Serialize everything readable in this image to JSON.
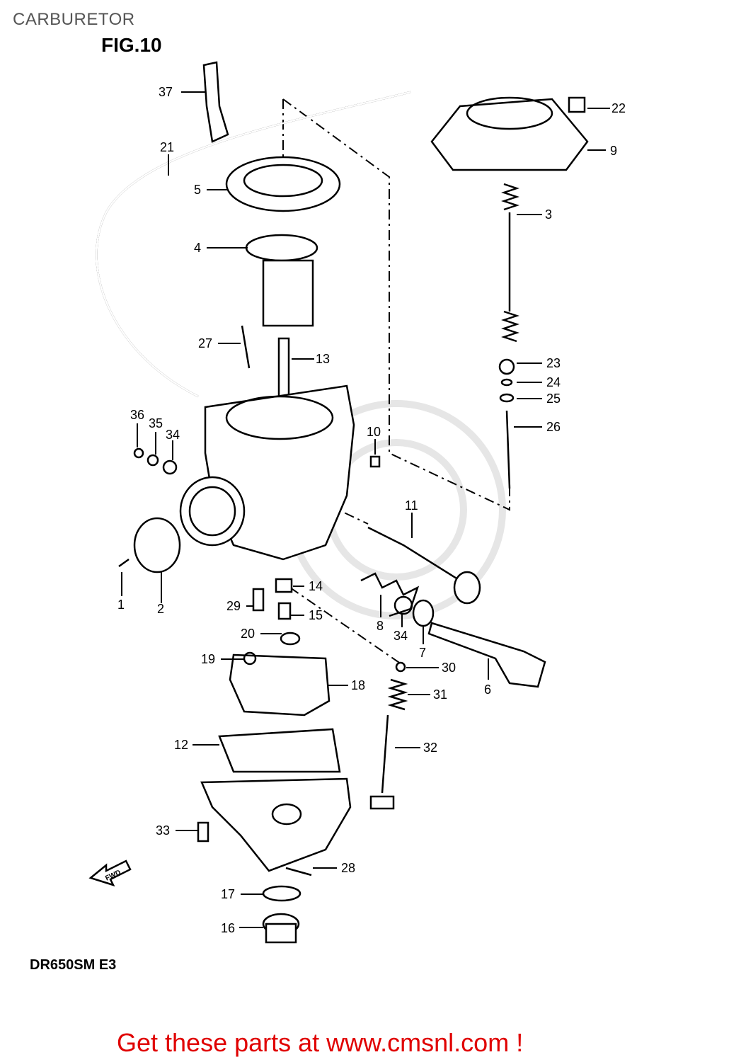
{
  "header": {
    "title": "CARBURETOR",
    "figure": "FIG.10"
  },
  "footer": {
    "model": "DR650SM E3",
    "cta": "Get these parts at www.cmsnl.com !"
  },
  "icons": {
    "fwd": "forward-arrow-icon",
    "fwd_text": "FWD"
  },
  "callouts": [
    "1",
    "2",
    "3",
    "4",
    "5",
    "6",
    "7",
    "8",
    "9",
    "10",
    "11",
    "12",
    "13",
    "14",
    "15",
    "16",
    "17",
    "18",
    "19",
    "20",
    "21",
    "22",
    "23",
    "24",
    "25",
    "26",
    "27",
    "28",
    "29",
    "30",
    "31",
    "32",
    "33",
    "34",
    "34",
    "35",
    "36",
    "37"
  ]
}
